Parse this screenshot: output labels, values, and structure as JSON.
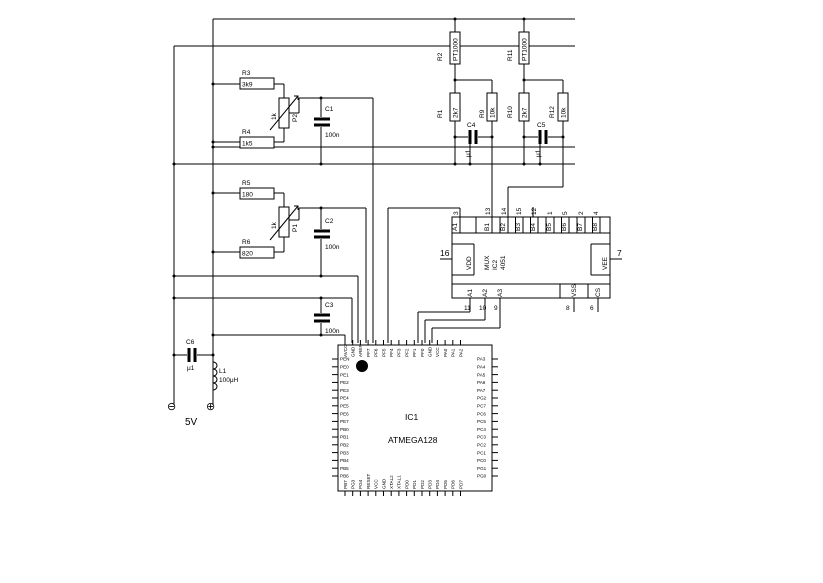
{
  "components": {
    "r1": {
      "ref": "R1",
      "value": "2k7"
    },
    "r2": {
      "ref": "R2",
      "value": "PT1000"
    },
    "r3": {
      "ref": "R3",
      "value": "3k9"
    },
    "r4": {
      "ref": "R4",
      "value": "1k5"
    },
    "r5": {
      "ref": "R5",
      "value": "180"
    },
    "r6": {
      "ref": "R6",
      "value": "820"
    },
    "r9": {
      "ref": "R9",
      "value": "10k"
    },
    "r10": {
      "ref": "R10",
      "value": "2k7"
    },
    "r11": {
      "ref": "R11",
      "value": "PT1000"
    },
    "r12": {
      "ref": "R12",
      "value": "10k"
    },
    "p1": {
      "ref": "P1",
      "value": "1k"
    },
    "p2": {
      "ref": "P2",
      "value": "1k"
    },
    "c1": {
      "ref": "C1",
      "value": "100n"
    },
    "c2": {
      "ref": "C2",
      "value": "100n"
    },
    "c3": {
      "ref": "C3",
      "value": "100n"
    },
    "c4": {
      "ref": "C4",
      "value": "μ1"
    },
    "c5": {
      "ref": "C5",
      "value": "μ1"
    },
    "c6": {
      "ref": "C6",
      "value": "μ1"
    },
    "l1": {
      "ref": "L1",
      "value": "100μH"
    }
  },
  "power": {
    "minus": "⊖",
    "plus": "⊕",
    "voltage": "5V"
  },
  "mux": {
    "ref": "IC2",
    "type": "4051",
    "function": "MUX",
    "top_pins": [
      {
        "name": "A1",
        "num": "3"
      },
      {
        "name": "B1",
        "num": "13"
      },
      {
        "name": "B2",
        "num": "14"
      },
      {
        "name": "B3",
        "num": "15"
      },
      {
        "name": "B4",
        "num": "12"
      },
      {
        "name": "B5",
        "num": "1"
      },
      {
        "name": "B6",
        "num": "5"
      },
      {
        "name": "B7",
        "num": "2"
      },
      {
        "name": "B8",
        "num": "4"
      }
    ],
    "bottom_pins": [
      {
        "name": "A1",
        "num": "11"
      },
      {
        "name": "A2",
        "num": "10"
      },
      {
        "name": "A3",
        "num": "9"
      },
      {
        "name": "VSS",
        "num": "8"
      },
      {
        "name": "CS",
        "num": "6"
      }
    ],
    "left_pin": {
      "name": "VDD",
      "num": "16"
    },
    "right_pin": {
      "name": "VEE",
      "num": "7"
    }
  },
  "mcu": {
    "ref": "IC1",
    "type": "ATMEGA128",
    "top_pins": [
      "AVCC",
      "GND",
      "AREF",
      "PF7",
      "PF6",
      "PF5",
      "PF4",
      "PF3",
      "PF2",
      "PF1",
      "PF0",
      "GND",
      "VCC",
      "PA0",
      "PA1",
      "PA2"
    ],
    "left_pins": [
      "PEN",
      "PE0",
      "PE1",
      "PE2",
      "PE3",
      "PE4",
      "PE5",
      "PE6",
      "PE7",
      "PB0",
      "PB1",
      "PB2",
      "PB3",
      "PB4",
      "PB5",
      "PB6"
    ],
    "right_pins": [
      "PA3",
      "PA4",
      "PA5",
      "PA6",
      "PA7",
      "PG2",
      "PC7",
      "PC6",
      "PC5",
      "PC4",
      "PC3",
      "PC2",
      "PC1",
      "PC0",
      "PG1",
      "PG0"
    ],
    "bottom_pins": [
      "PB7",
      "PG3",
      "PG4",
      "RESET",
      "VCC",
      "GND",
      "XTAL2",
      "XTAL1",
      "PD0",
      "PD1",
      "PD2",
      "PD3",
      "PD4",
      "PD5",
      "PD6",
      "PD7"
    ]
  }
}
